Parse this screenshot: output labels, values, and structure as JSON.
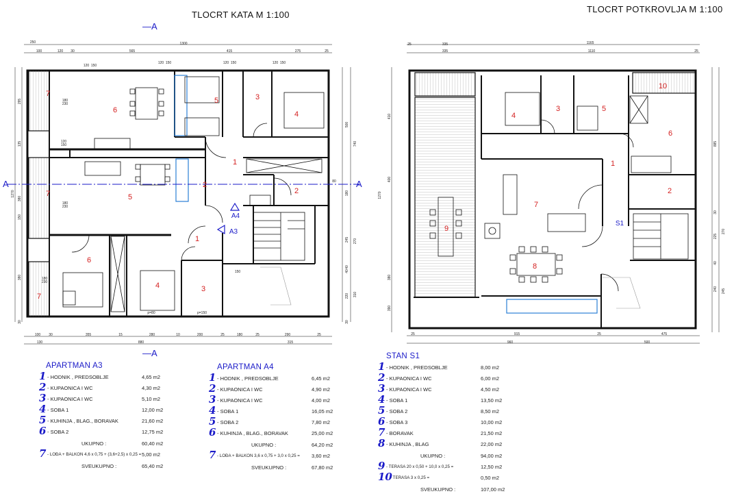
{
  "titles": {
    "floor": "TLOCRT KATA   M 1:100",
    "attic": "TLOCRT POTKROVLJA   M 1:100"
  },
  "section_marker": "—A",
  "section_letter": "A",
  "plan_labels": {
    "floor": {
      "rooms": [
        "7",
        "6",
        "5",
        "3",
        "4",
        "1",
        "2",
        "7",
        "5",
        "2",
        "1",
        "6",
        "4",
        "3",
        "7"
      ],
      "apt_tags": [
        "A4",
        "A3"
      ],
      "dims_top": [
        "1300",
        "250",
        "100",
        "120",
        "30",
        "565",
        "415",
        "275",
        "25",
        "120",
        "150",
        "120",
        "150",
        "120",
        "150"
      ],
      "dims_bottom": [
        "100",
        "30",
        "355",
        "15",
        "280",
        "10",
        "200",
        "25",
        "180",
        "25",
        "290",
        "25",
        "130",
        "880",
        "315"
      ],
      "dims_left": [
        "295",
        "135",
        "380",
        "150",
        "380",
        "1270",
        "180",
        "230",
        "180",
        "230",
        "180",
        "230",
        "120",
        "150",
        "30"
      ],
      "dims_right": [
        "500",
        "740",
        "180",
        "245",
        "270",
        "310",
        "220",
        "40",
        "40",
        "30",
        "80",
        "150",
        "120",
        "150"
      ],
      "door_notes": [
        "p=80",
        "p=150"
      ]
    },
    "attic": {
      "rooms": [
        "10",
        "4",
        "3",
        "5",
        "6",
        "1",
        "2",
        "7",
        "9",
        "8"
      ],
      "apt_tags": [
        "S1"
      ],
      "dims_top": [
        "25",
        "335",
        "1165",
        "335",
        "1110",
        "25"
      ],
      "dims_bottom": [
        "25",
        "915",
        "25",
        "475",
        "960",
        "500"
      ],
      "dims_left": [
        "410",
        "1270",
        "380",
        "390",
        "400"
      ],
      "dims_right": [
        "885",
        "240",
        "225",
        "270",
        "245",
        "30",
        "40"
      ]
    }
  },
  "apartments": [
    {
      "name": "APARTMAN  A3",
      "rooms": [
        {
          "num": "1",
          "label": "- HODNIK , PREDSOBLJE",
          "area": "4,65 m2"
        },
        {
          "num": "2",
          "label": "- KUPAONICA I WC",
          "area": "4,30 m2"
        },
        {
          "num": "3",
          "label": "- KUPAONICA I WC",
          "area": "5,10 m2"
        },
        {
          "num": "4",
          "label": "- SOBA 1",
          "area": "12,00 m2"
        },
        {
          "num": "5",
          "label": "- KUHINJA , BLAG., BORAVAK",
          "area": "21,60 m2"
        },
        {
          "num": "6",
          "label": "- SOBA 2",
          "area": "12,75 m2"
        }
      ],
      "subtotal_label": "UKUPNO :",
      "subtotal": "60,40 m2",
      "extras": [
        {
          "num": "7",
          "label": "- LOĐA + BALKON  4,6 x 0,75 + (3,6+2,5) x 0,25 =",
          "area": "5,00 m2"
        }
      ],
      "total_label": "SVEUKUPNO :",
      "total": "65,40 m2"
    },
    {
      "name": "APARTMAN  A4",
      "rooms": [
        {
          "num": "1",
          "label": "- HODNIK , PREDSOBLJE",
          "area": "6,45 m2"
        },
        {
          "num": "2",
          "label": "- KUPAONICA I WC",
          "area": "4,90 m2"
        },
        {
          "num": "3",
          "label": "- KUPAONICA I WC",
          "area": "4,00 m2"
        },
        {
          "num": "4",
          "label": "- SOBA 1",
          "area": "16,05 m2"
        },
        {
          "num": "5",
          "label": "- SOBA 2",
          "area": "7,80 m2"
        },
        {
          "num": "6",
          "label": "- KUHINJA , BLAG., BORAVAK",
          "area": "25,00 m2"
        }
      ],
      "subtotal_label": "UKUPNO :",
      "subtotal": "64,20 m2",
      "extras": [
        {
          "num": "7",
          "label": "- LOĐA + BALKON  3,6 x 0,75 + 3,0 x 0,25 =",
          "area": "3,60 m2"
        }
      ],
      "total_label": "SVEUKUPNO :",
      "total": "67,80 m2"
    },
    {
      "name": "STAN  S1",
      "rooms": [
        {
          "num": "1",
          "label": "- HODNIK , PREDSOBLJE",
          "area": "8,00 m2"
        },
        {
          "num": "2",
          "label": "- KUPAONICA I WC",
          "area": "6,00 m2"
        },
        {
          "num": "3",
          "label": "- KUPAONICA I WC",
          "area": "4,50 m2"
        },
        {
          "num": "4",
          "label": "- SOBA 1",
          "area": "13,50 m2"
        },
        {
          "num": "5",
          "label": "- SOBA 2",
          "area": "8,50 m2"
        },
        {
          "num": "6",
          "label": "- SOBA 3",
          "area": "10,00 m2"
        },
        {
          "num": "7",
          "label": "- BORAVAK",
          "area": "21,50 m2"
        },
        {
          "num": "8",
          "label": "- KUHINJA , BLAG",
          "area": "22,00 m2"
        }
      ],
      "subtotal_label": "UKUPNO :",
      "subtotal": "94,00 m2",
      "extras": [
        {
          "num": "9",
          "label": "- TERASA  20 x 0,50 + 10,0 x 0,25 =",
          "area": "12,50 m2"
        },
        {
          "num": "10",
          "label": "- TERASA  3 x 0,25  =",
          "area": "0,50 m2"
        }
      ],
      "total_label": "SVEUKUPNO :",
      "total": "107,00 m2"
    }
  ],
  "colors": {
    "room_number": "#d42020",
    "annotation": "#1a1ac8",
    "wall": "#111111",
    "fixture": "#2a7fd4"
  }
}
